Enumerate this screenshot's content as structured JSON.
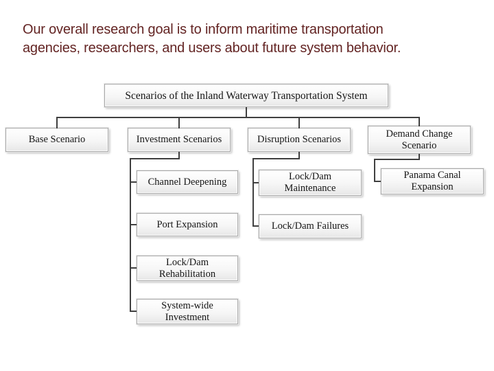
{
  "slide": {
    "background_color": "#ffffff",
    "title": "Our overall research goal is to inform maritime transportation agencies, researchers, and users about future system behavior.",
    "title_lines": [
      "Our overall research goal is to inform maritime transportation",
      "agencies, researchers, and users about future system behavior."
    ],
    "title_color": "#632423"
  },
  "org_chart": {
    "line_color": "#3f3f3f",
    "node_border_color": "#a9a9a9",
    "root": {
      "label": "Scenarios of the Inland Waterway Transportation System"
    },
    "branches": [
      {
        "label": "Base Scenario",
        "children": []
      },
      {
        "label": "Investment Scenarios",
        "children": [
          {
            "label": "Channel Deepening"
          },
          {
            "label": "Port Expansion"
          },
          {
            "label": "Lock/Dam Rehabilitation"
          },
          {
            "label": "System-wide Investment"
          }
        ]
      },
      {
        "label": "Disruption Scenarios",
        "children": [
          {
            "label": "Lock/Dam Maintenance"
          },
          {
            "label": "Lock/Dam Failures"
          }
        ]
      },
      {
        "label": "Demand Change Scenario",
        "children": [
          {
            "label": "Panama Canal Expansion"
          }
        ]
      }
    ]
  }
}
